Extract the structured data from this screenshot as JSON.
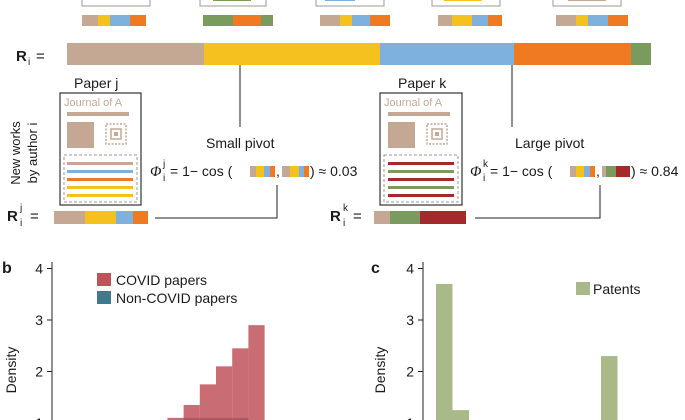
{
  "colors": {
    "tan": "#c4a894",
    "yellow": "#f5c11e",
    "blue": "#7fb1de",
    "orange": "#f07a22",
    "green": "#7a9b5d",
    "darkred": "#a32a2a",
    "covid": "#c0525a",
    "noncovid": "#3e7a8c",
    "patent": "#a9b98a",
    "journal": "#c4a894"
  },
  "ri": {
    "label": "R",
    "sub": "i",
    "eq": "="
  },
  "left_axis_label_1": "New works",
  "left_axis_label_2": "by author i",
  "paper_j": {
    "title": "Paper j",
    "journal": "Journal of A",
    "r_label": "R",
    "r_sup": "j",
    "r_sub": "i",
    "r_eq": "="
  },
  "paper_k": {
    "title": "Paper k",
    "journal": "Journal of A",
    "r_label": "R",
    "r_sup": "k",
    "r_sub": "i",
    "r_eq": "="
  },
  "pivot_small": {
    "label": "Small pivot",
    "phi": "Φ",
    "sup": "j",
    "sub": "i",
    "expr": "= 1− cos (",
    "comma": ",",
    "end": ") ≈ 0.03"
  },
  "pivot_large": {
    "label": "Large pivot",
    "phi": "Φ",
    "sup": "k",
    "sub": "i",
    "expr": "= 1− cos (",
    "comma": ",",
    "end": ") ≈ 0.84"
  },
  "panel_b": {
    "letter": "b",
    "ylabel": "Density",
    "yticks": [
      "4",
      "3",
      "2",
      "1"
    ],
    "legend": [
      "COVID papers",
      "Non-COVID papers"
    ]
  },
  "panel_c": {
    "letter": "c",
    "ylabel": "Density",
    "yticks": [
      "4",
      "3",
      "2",
      "1"
    ],
    "legend": [
      "Patents"
    ]
  },
  "chart_data": [
    {
      "type": "bar",
      "panel": "b",
      "ylabel": "Density",
      "ylim": [
        0,
        4
      ],
      "series": [
        {
          "name": "COVID papers",
          "values": [
            0.98,
            1.0,
            1.1,
            1.35,
            1.75,
            2.1,
            2.45,
            2.9
          ]
        },
        {
          "name": "Non-COVID papers",
          "values": [
            1.0,
            1.05,
            1.05,
            1.1,
            1.1,
            1.1,
            1.1,
            1.05
          ]
        }
      ],
      "legend": "top-right"
    },
    {
      "type": "bar",
      "panel": "c",
      "ylabel": "Density",
      "ylim": [
        0,
        4
      ],
      "series": [
        {
          "name": "Patents",
          "values": [
            3.7,
            1.25,
            0,
            0,
            0,
            0,
            0,
            0,
            0,
            0,
            2.3,
            0
          ]
        }
      ],
      "legend": "top-right"
    }
  ]
}
